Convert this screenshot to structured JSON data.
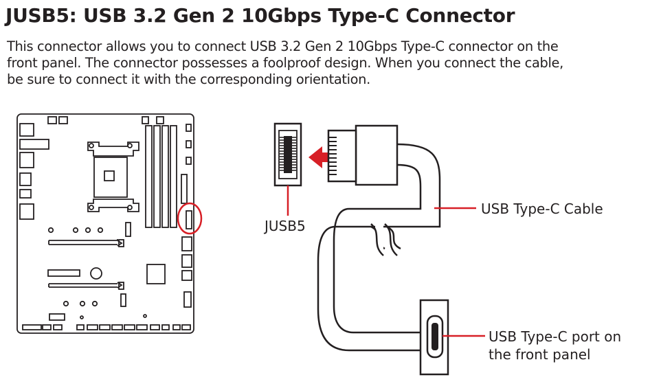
{
  "heading": "JUSB5: USB 3.2 Gen 2 10Gbps Type-C Connector",
  "description_lines": [
    "This connector allows you to connect USB 3.2 Gen 2 10Gbps Type-C connector on the",
    "front panel. The connector possesses a foolproof design. When you connect the cable,",
    "be sure to connect it with the corresponding orientation."
  ],
  "diagram": {
    "connector_label": "JUSB5",
    "cable_label": "USB Type-C Cable",
    "port_label_line1": "USB Type-C port on",
    "port_label_line2": "the front panel",
    "highlight_color": "#d71f26"
  }
}
